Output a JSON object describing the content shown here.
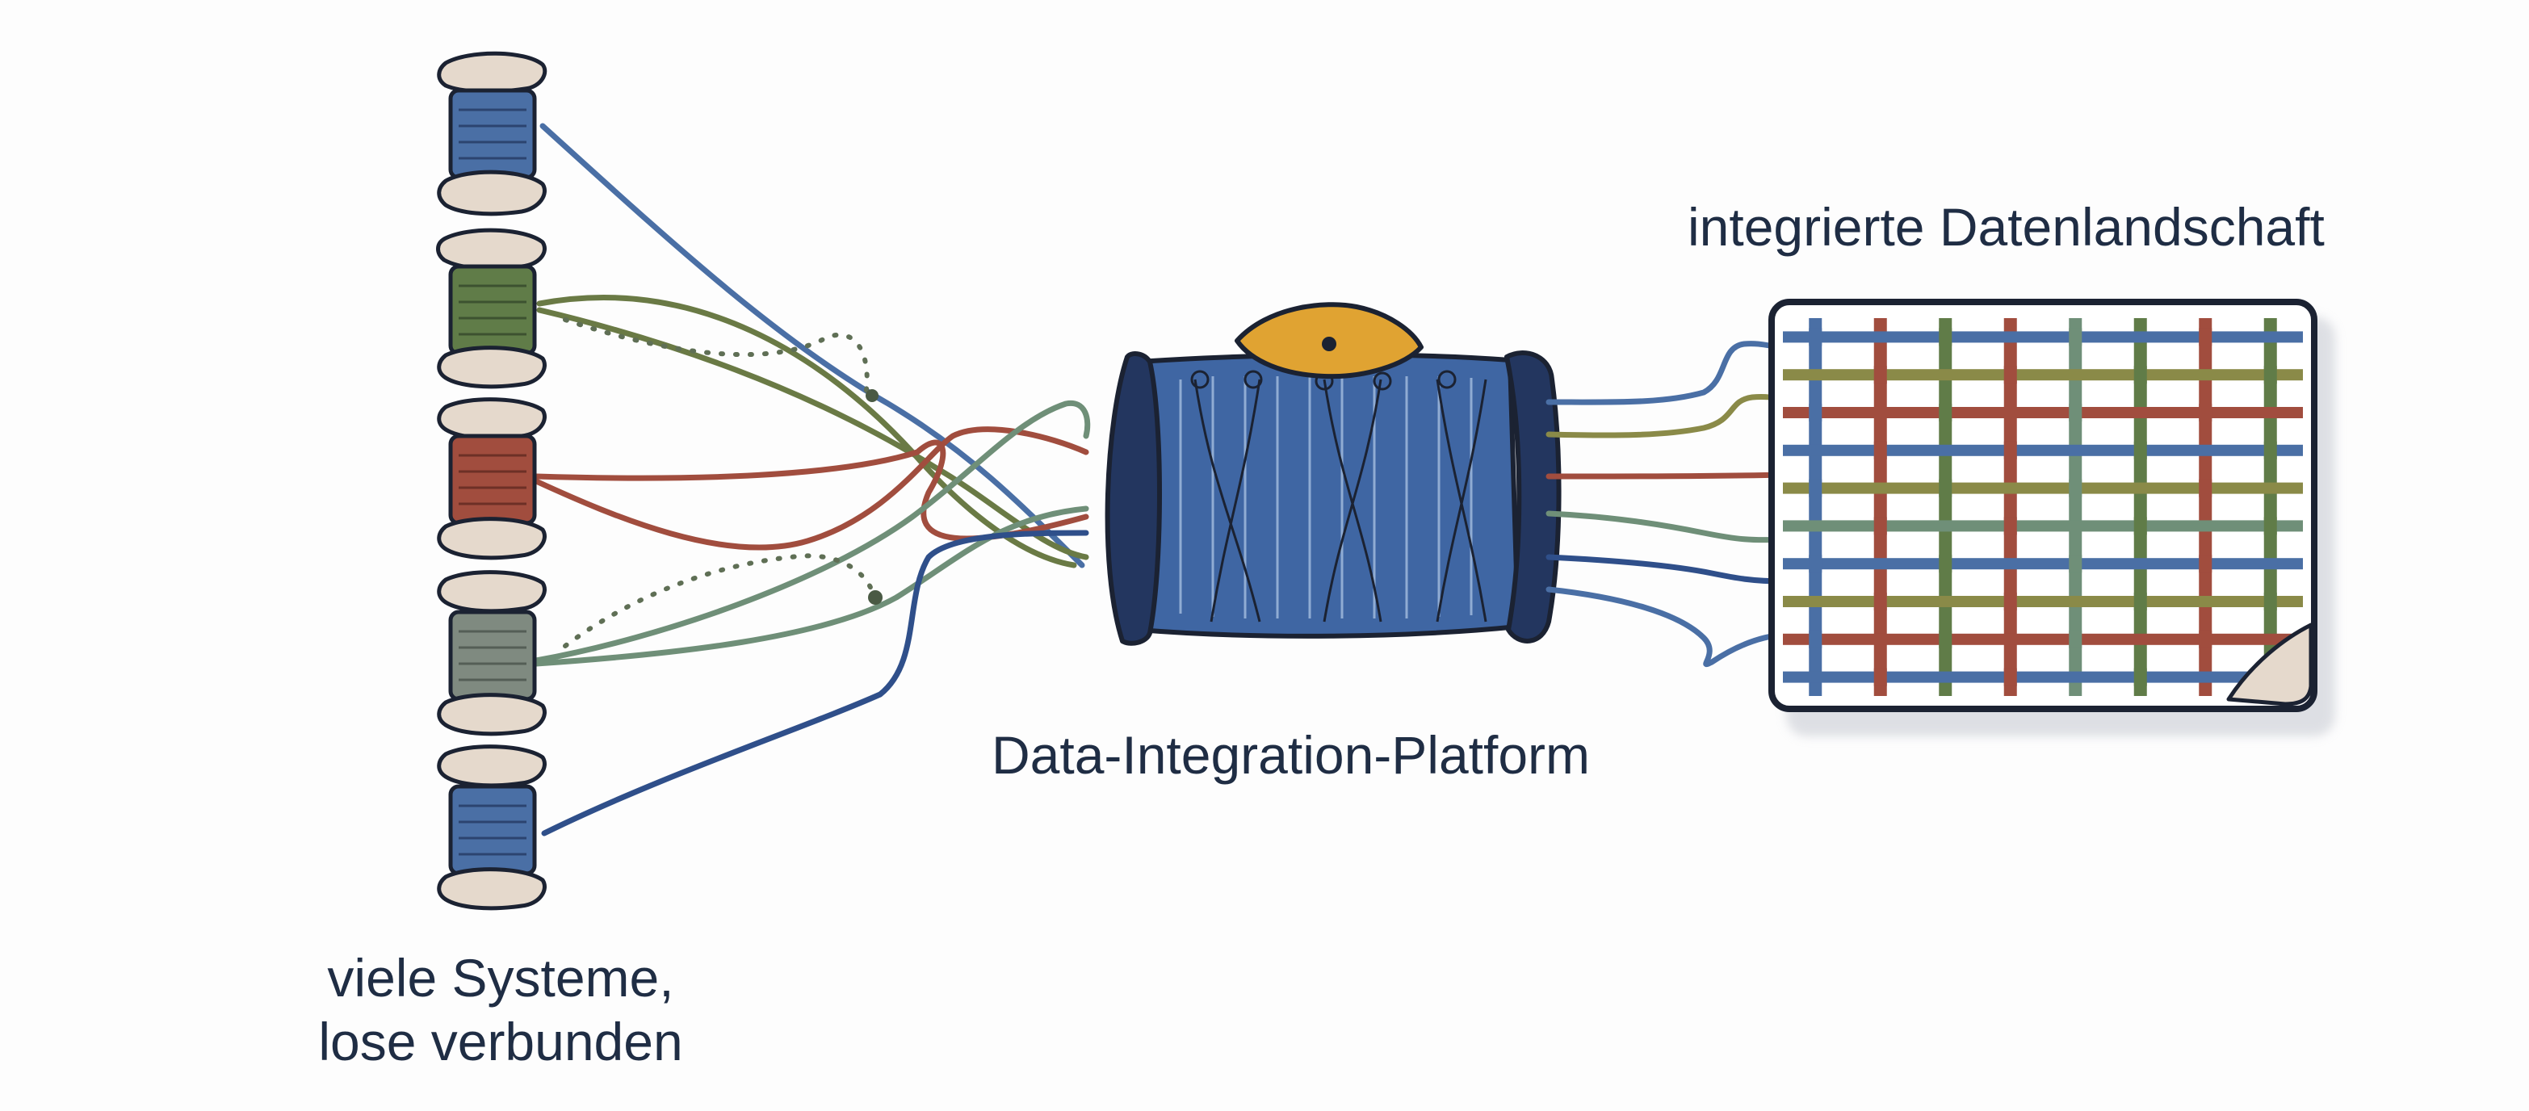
{
  "labels": {
    "systems_line1": "viele Systeme,",
    "systems_line2": "lose verbunden",
    "platform": "Data-Integration-Platform",
    "integrated": "integrierte Datenlandschaft"
  },
  "colors": {
    "blue": "#4a6fa5",
    "green": "#607c48",
    "red": "#a14d3e",
    "gray": "#7f8a80",
    "sage": "#6f8f78",
    "olive": "#8a8a48",
    "spool_body": "#3f66a3",
    "spool_end": "#23365f",
    "lens": "#e0a332",
    "bone": "#e5d9cc",
    "ink": "#1b2232",
    "text": "#1f2d44"
  },
  "systems": [
    {
      "name": "system-1",
      "color": "blue"
    },
    {
      "name": "system-2",
      "color": "green"
    },
    {
      "name": "system-3",
      "color": "red"
    },
    {
      "name": "system-4",
      "color": "gray"
    },
    {
      "name": "system-5",
      "color": "blue"
    }
  ],
  "fabric": {
    "horizontal_threads": [
      "blue",
      "olive",
      "red",
      "blue",
      "olive",
      "sage",
      "blue",
      "olive",
      "red",
      "blue"
    ],
    "vertical_threads": [
      "blue",
      "red",
      "green",
      "red",
      "sage",
      "green",
      "red",
      "green"
    ]
  }
}
